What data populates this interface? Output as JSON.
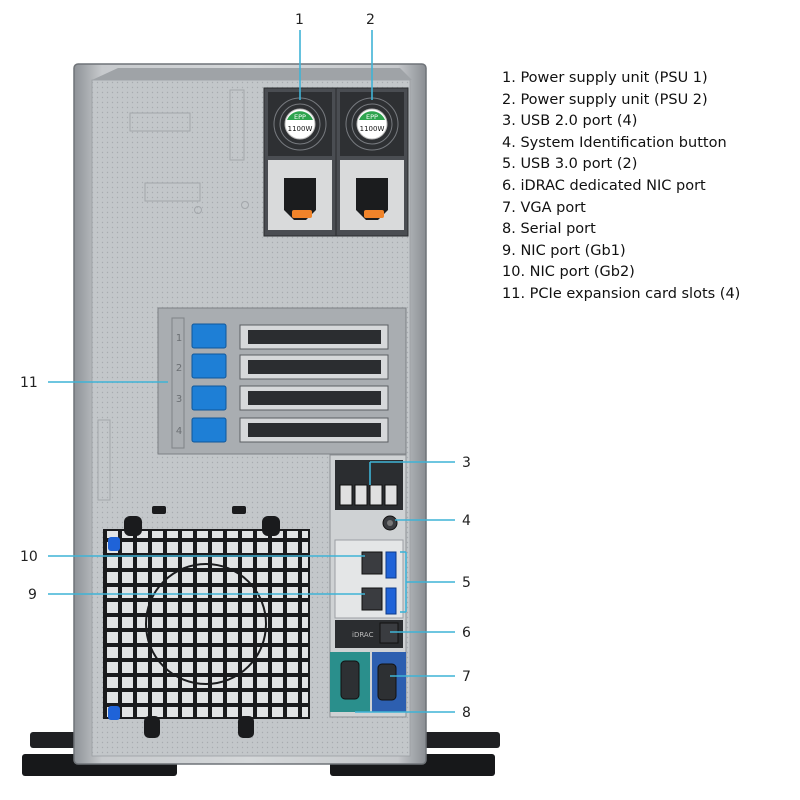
{
  "legend": [
    "1. Power supply unit (PSU 1)",
    "2. Power supply unit (PSU 2)",
    "3. USB 2.0 port (4)",
    "4. System Identification button",
    "5. USB 3.0 port (2)",
    "6. iDRAC dedicated NIC port",
    "7. VGA port",
    "8. Serial port",
    "9. NIC port (Gb1)",
    "10. NIC port (Gb2)",
    "11. PCIe expansion card slots (4)"
  ],
  "callouts": {
    "c1": "1",
    "c2": "2",
    "c3": "3",
    "c4": "4",
    "c5": "5",
    "c6": "6",
    "c7": "7",
    "c8": "8",
    "c9": "9",
    "c10": "10",
    "c11": "11"
  },
  "psu": {
    "brand": "EPP",
    "rating": "1100W"
  },
  "slots": [
    "1",
    "2",
    "3",
    "4"
  ],
  "labels": {
    "idrac": "iDRAC"
  },
  "colors": {
    "callout_line": "#3fb3d6",
    "clip_blue": "#1e7fd6",
    "chassis": "#bfc3c7",
    "usb3_blue": "#1f63d8",
    "teal": "#2a8f8c",
    "vga_blue": "#2d5fb0"
  }
}
